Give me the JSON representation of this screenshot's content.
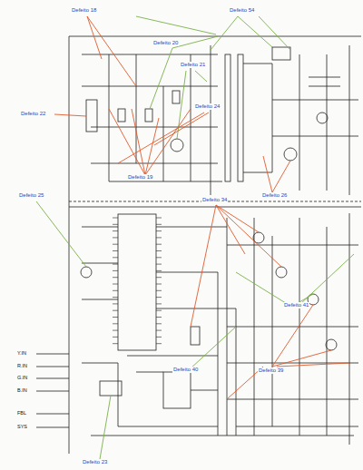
{
  "diagram": {
    "labels": [
      "Defeito 18",
      "Defeito 54",
      "Defeito 20",
      "Defeito 21",
      "Defeito 22",
      "Defeito 24",
      "Defeito 19",
      "Defeito 26",
      "Defeito 25",
      "Defeito 34",
      "Defeito 41",
      "Defeito 40",
      "Defeito 39",
      "Defeito 23",
      "Y.IN",
      "R.IN",
      "G.IN",
      "B.IN",
      "FBL",
      "SYS"
    ]
  }
}
